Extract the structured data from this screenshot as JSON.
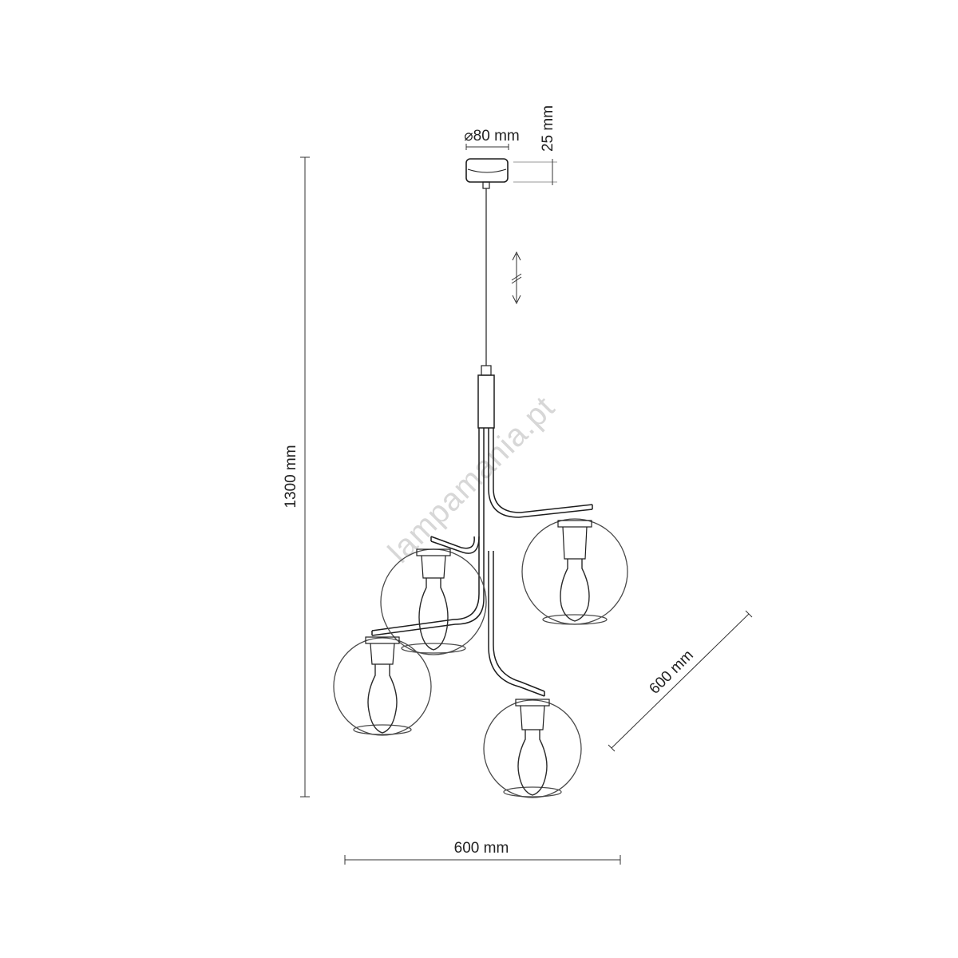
{
  "dimensions": {
    "height": "1300 mm",
    "width": "600 mm",
    "depth": "600 mm",
    "canopy_diameter": "⌀80 mm",
    "canopy_height": "25 mm"
  },
  "watermark": "lampamania.pt",
  "colors": {
    "line": "#1e1e1e",
    "dimension_text": "#222222",
    "watermark": "#d7d7d7"
  },
  "icons": {
    "adjustable_cable": "double-arrow-icon"
  }
}
